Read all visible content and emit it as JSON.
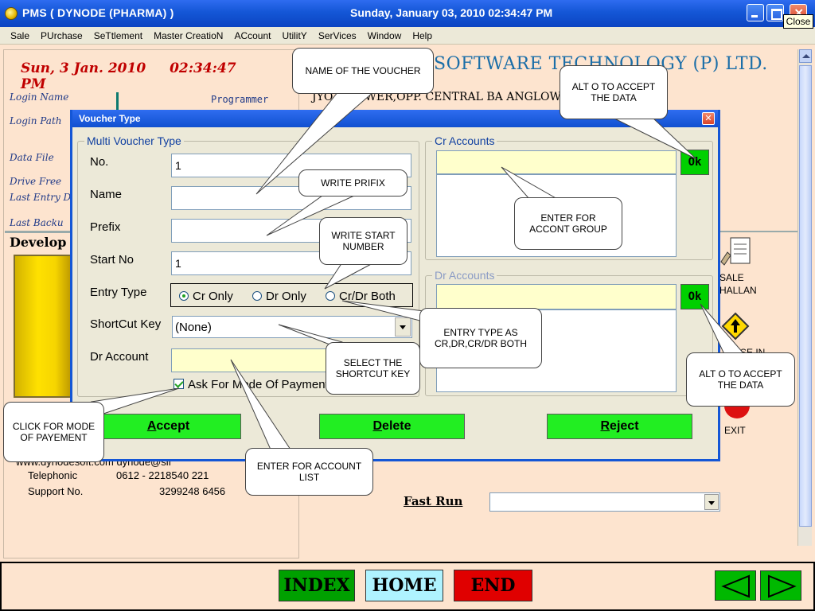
{
  "window": {
    "title": "PMS ( DYNODE (PHARMA) )",
    "clock": "Sunday, January 03, 2010  02:34:47 PM",
    "close_tooltip": "Close"
  },
  "menu": [
    "Sale",
    "PUrchase",
    "SeTtlement",
    "Master CreatioN",
    "ACcount",
    "UtilitY",
    "SerVices",
    "Window",
    "Help"
  ],
  "left": {
    "date": "Sun, 3 Jan. 2010",
    "time": "02:34:47 PM",
    "login_name_label": "Login Name",
    "login_name_value": "Programmer",
    "login_path_label": "Login Path",
    "data_file_label": "Data File",
    "drive_free_label": "Drive Free",
    "last_entry_label": "Last Entry D",
    "last_backup_label": "Last Backu",
    "developer_label": "Develop",
    "web": "www.dynodesoft.com   dynode@sif",
    "telephonic_label": "Telephonic",
    "telephonic_value": "0612 - 2218540   221",
    "support_label": "Support No.",
    "support_value": "3299248   6456"
  },
  "right": {
    "company": "SOFTWARE TECHNOLOGY (P) LTD.",
    "address": "JYOTI TOWER,OPP. CENTRAL BA          ANGLOW ROAD,,",
    "sale_label1": "SALE",
    "sale_label2": "HALLAN",
    "purchase_label": "ASE IN",
    "exit_label": "EXIT"
  },
  "fastrun": {
    "label": "Fast Run",
    "value": ""
  },
  "bottom": {
    "index": "INDEX",
    "home": "HOME",
    "end": "END"
  },
  "dialog": {
    "title": "Voucher Type",
    "close_glyph": "✕",
    "multi_group": "Multi Voucher Type",
    "no_label": "No.",
    "no_value": "1",
    "name_label": "Name",
    "name_value": "",
    "prefix_label": "Prefix",
    "prefix_value": "",
    "start_label": "Start No",
    "start_value": "1",
    "entry_type_label": "Entry Type",
    "entry_options": [
      "Cr Only",
      "Dr Only",
      "Cr/Dr Both"
    ],
    "entry_selected": "Cr Only",
    "shortcut_label": "ShortCut Key",
    "shortcut_value": "(None)",
    "dr_account_label": "Dr Account",
    "dr_account_value": "",
    "ask_mode_label": "Ask For Mode Of Payment",
    "ask_mode_checked": true,
    "cr_group": "Cr Accounts",
    "dr_group": "Dr Accounts",
    "ok_label": "Ok",
    "accept_label": "Accept",
    "accept_key": "A",
    "accept_rest": "ccept",
    "delete_key": "D",
    "delete_rest": "elete",
    "reject_key": "R",
    "reject_rest": "eject"
  },
  "callouts": {
    "name": "NAME OF THE VOUCHER",
    "alt_o_cr": "ALT O TO ACCEPT THE DATA",
    "prefix": "WRITE PRIFIX",
    "start": "WRITE START NUMBER",
    "acc_group": "ENTER FOR ACCONT GROUP",
    "entry_type": "ENTRY TYPE AS CR,DR,CR/DR BOTH",
    "shortcut": "SELECT THE SHORTCUT KEY",
    "alt_o_dr": "ALT O TO ACCEPT THE DATA",
    "mode": "CLICK FOR MODE OF PAYEMENT",
    "acc_list": "ENTER FOR ACCOUNT LIST"
  },
  "colors": {
    "titlebar": "#1456d6",
    "panel_bg": "#fde4cf",
    "dialog_bg": "#ece9d8",
    "accent_green": "#22ee22",
    "date_red": "#c00000",
    "company_blue": "#1b6ea8"
  }
}
